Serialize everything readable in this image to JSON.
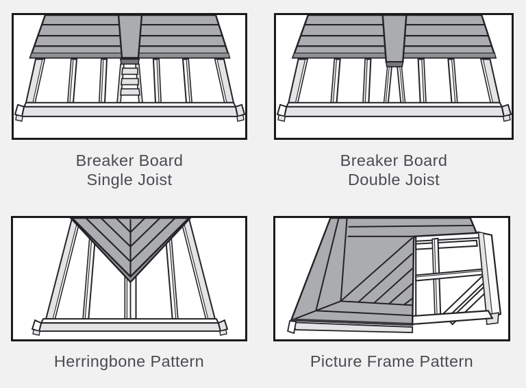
{
  "colors": {
    "page_bg": "#f1f1f2",
    "box_fill": "#ffffff",
    "box_border": "#1a1a1a",
    "caption_text": "#4b4b52",
    "deck": "#abacb0",
    "deck_dark": "#8f9094",
    "deck_cap": "#77787c",
    "frame_face": "#e4e4e6",
    "frame_white": "#fbfbfc",
    "outline": "#232327",
    "edge_shadow": "#3a3a3e"
  },
  "diagrams": [
    {
      "id": "breaker-board-single-joist",
      "caption_line1": "Breaker Board",
      "caption_line2": "Single Joist",
      "illustration": "deck framing with breaker board over single joist"
    },
    {
      "id": "breaker-board-double-joist",
      "caption_line1": "Breaker Board",
      "caption_line2": "Double Joist",
      "illustration": "deck framing with breaker board over double joist"
    },
    {
      "id": "herringbone-pattern",
      "caption_line1": "Herringbone Pattern",
      "illustration": "deck framing with herringbone decking"
    },
    {
      "id": "picture-frame-pattern",
      "caption_line1": "Picture Frame Pattern",
      "illustration": "deck framing with picture frame decking border"
    }
  ]
}
